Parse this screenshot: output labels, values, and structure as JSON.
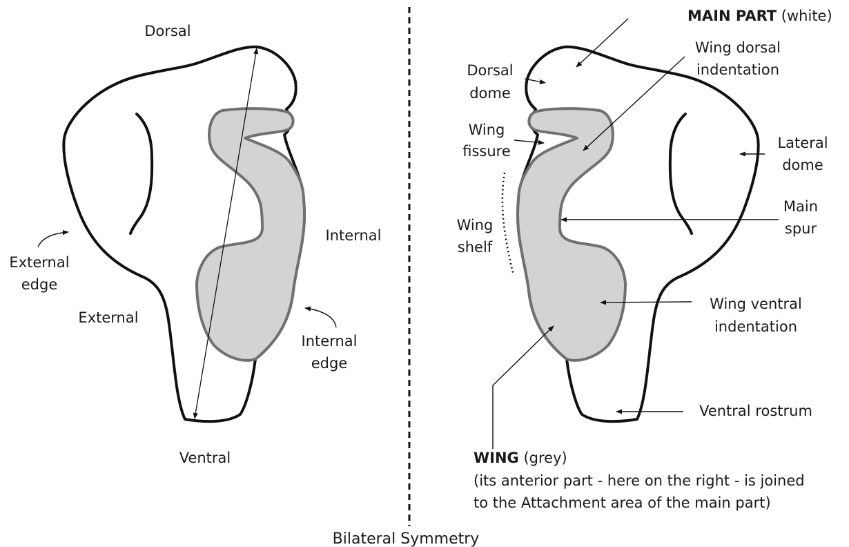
{
  "colors": {
    "outline": "#111111",
    "wing_fill": "#d3d3d3",
    "wing_stroke": "#707070",
    "divider": "#111111"
  },
  "left_figure": {
    "dorsal": "Dorsal",
    "ventral": "Ventral",
    "internal": "Internal",
    "external": "External",
    "external_edge_line1": "External",
    "external_edge_line2": "edge",
    "internal_edge_line1": "Internal",
    "internal_edge_line2": "edge"
  },
  "right_figure": {
    "main_part_bold": "MAIN PART",
    "main_part_rest": " (white)",
    "wing_dorsal_line1": "Wing dorsal",
    "wing_dorsal_line2": "indentation",
    "dorsal_dome_line1": "Dorsal",
    "dorsal_dome_line2": "dome",
    "wing_fissure_line1": "Wing",
    "wing_fissure_line2": "fissure",
    "lateral_dome_line1": "Lateral",
    "lateral_dome_line2": "dome",
    "main_spur_line1": "Main",
    "main_spur_line2": "spur",
    "wing_shelf_line1": "Wing",
    "wing_shelf_line2": "shelf",
    "wing_ventral_line1": "Wing ventral",
    "wing_ventral_line2": "indentation",
    "ventral_rostrum": "Ventral rostrum",
    "wing_bold": "WING",
    "wing_rest": " (grey)",
    "wing_note_line1": "(its anterior part - here on the right - is joined",
    "wing_note_line2": "to the Attachment area of the main part)"
  },
  "bilateral_symmetry": "Bilateral Symmetry"
}
